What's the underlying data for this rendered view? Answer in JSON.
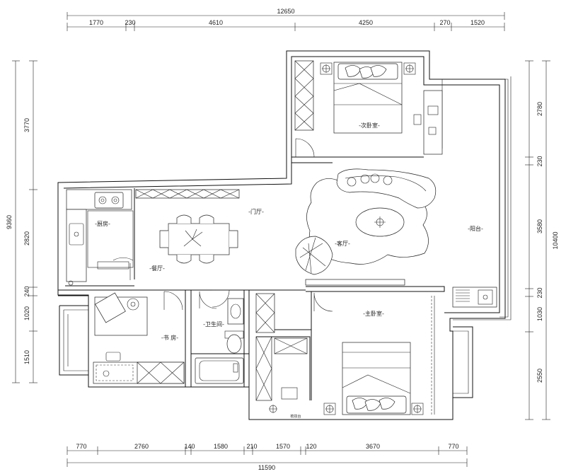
{
  "dimensions": {
    "top_total": "12650",
    "top_segments": [
      "1770",
      "230",
      "4610",
      "4250",
      "270",
      "1520"
    ],
    "bottom_segments": [
      "770",
      "2760",
      "140",
      "1580",
      "210",
      "1570",
      "120",
      "3670",
      "770"
    ],
    "bottom_total": "11590",
    "left_total": "9360",
    "left_segments": [
      "3770",
      "2820",
      "240",
      "1020",
      "1510"
    ],
    "right_total": "10400",
    "right_segments": [
      "2780",
      "230",
      "3580",
      "230",
      "1030",
      "2550"
    ]
  },
  "rooms": {
    "second_bedroom": "-次卧室-",
    "kitchen": "-厨房-",
    "foyer": "-门厅-",
    "living": "-客厅-",
    "balcony": "-阳台-",
    "dining": "-餐厅-",
    "bathroom": "-卫生间-",
    "study": "-书  房-",
    "master_bedroom": "-主卧室-",
    "dresser": "梳妆台"
  }
}
